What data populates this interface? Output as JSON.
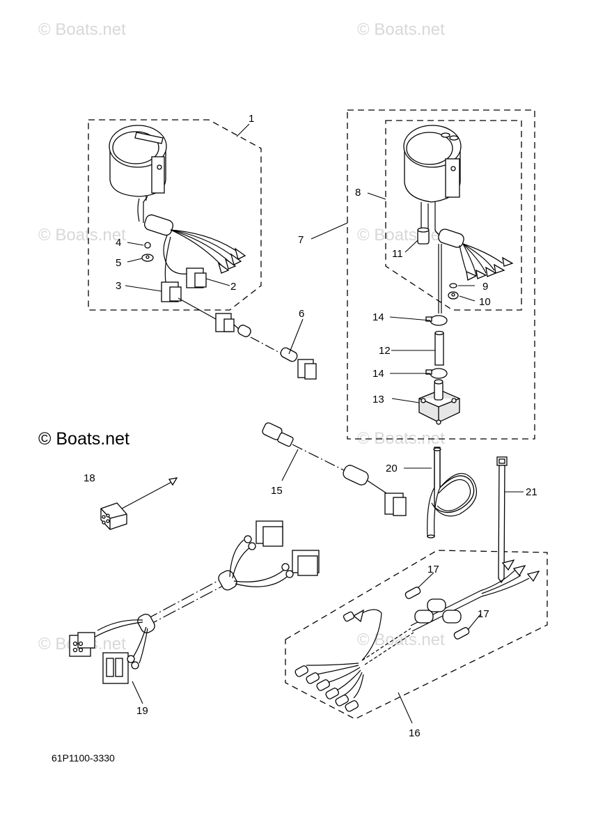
{
  "diagram": {
    "diagram_code": "61P1100-3330",
    "watermarks": [
      "© Boats.net",
      "© Boats.net",
      "© Boats.net",
      "© Boats.net",
      "© Boats.net",
      "© Boats.net",
      "© Boats.net",
      "© Boats.net"
    ],
    "main_watermark": "© Boats.net",
    "callouts": [
      "1",
      "2",
      "3",
      "4",
      "5",
      "6",
      "7",
      "8",
      "9",
      "10",
      "11",
      "12",
      "13",
      "14",
      "14",
      "15",
      "16",
      "17",
      "17",
      "18",
      "19",
      "20",
      "21"
    ]
  }
}
